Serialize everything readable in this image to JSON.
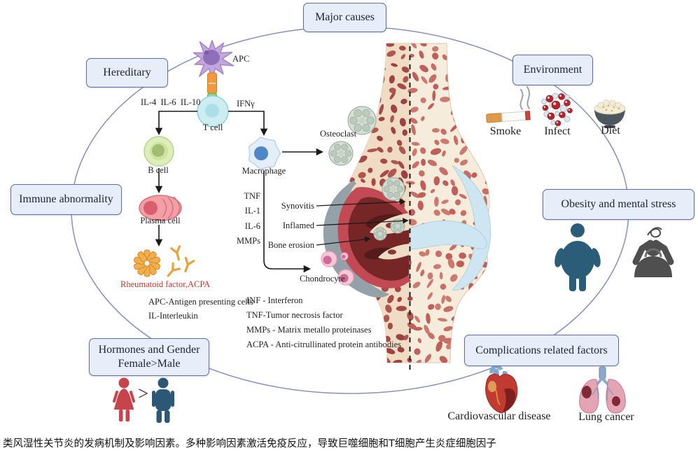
{
  "caption": "类风湿性关节炎的发病机制及影响因素。多种影响因素激活免疫反应，导致巨噬细胞和T细胞产生炎症细胞因子",
  "boxes": {
    "major_causes": "Major causes",
    "hereditary": "Hereditary",
    "environment": "Environment",
    "immune_abnormality": "Immune abnormality",
    "obesity_stress": "Obesity and mental stress",
    "hormones_line1": "Hormones and Gender",
    "hormones_line2": "Female>Male",
    "complications": "Complications related factors"
  },
  "pathway": {
    "apc_label": "APC",
    "t_cell_label": "T cell",
    "b_cell_label": "B cell",
    "plasma_cell_label": "Plasma cell",
    "macrophage_label": "Macrophage",
    "interleukins": "IL-4  IL-6  IL-10",
    "ifn": "IFNγ",
    "cytokines": [
      "TNF",
      "IL-1",
      "IL-6",
      "MMPs"
    ],
    "autoantibodies": "Rheumatoid factor,ACPA"
  },
  "joint": {
    "osteoclast": "Osteoclast",
    "synovitis": "Synovitis",
    "inflamed": "Inflamed",
    "bone_erosion": "Bone erosion",
    "chondrocyte": "Chondrocyte"
  },
  "abbreviations_left": [
    "APC-Antigen presenting cells",
    "IL-Interleukin"
  ],
  "abbreviations_right": [
    "INF - Interferon",
    "TNF-Tumor necrosis factor",
    "MMPs - Matrix metallo proteinases",
    "ACPA - Anti-citrullinated protein antibodies"
  ],
  "environment_items": [
    {
      "label": "Smoke"
    },
    {
      "label": "Infect"
    },
    {
      "label": "Diet"
    }
  ],
  "gender": {
    "comparator": ">"
  },
  "complication_items": [
    {
      "label": "Cardiovascular disease"
    },
    {
      "label": "Lung cancer"
    }
  ],
  "colors": {
    "box_fill": "#e7eef9",
    "box_border": "#5f6da0",
    "connector_arc": "#8691bd",
    "autoantibody_text": "#c0392b",
    "inflamed_dark": "#762626",
    "synovium_red": "#c14a54",
    "healthy_blue": "#cde6f1",
    "bone_cream": "#f6ecdc"
  }
}
